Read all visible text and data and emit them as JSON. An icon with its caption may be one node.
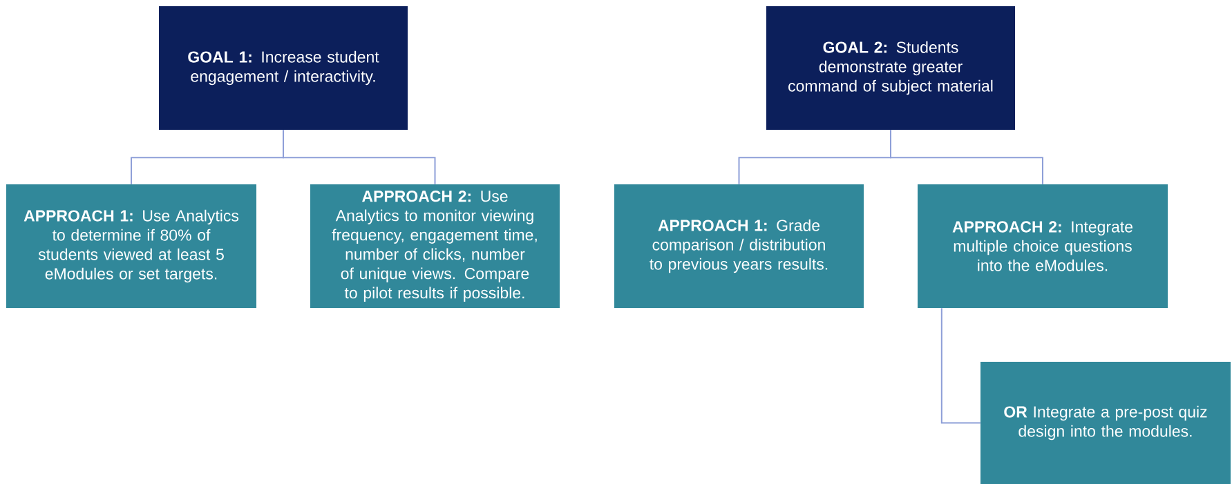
{
  "diagram": {
    "nodes": [
      {
        "text": [
          "**GOAL 1:** Increase student engagement / interactivity."
        ]
      },
      {
        "text": [
          "**APPROACH 1:** Use Analytics to determine if 80% of students viewed at least 5 eModules or set targets."
        ]
      },
      {
        "text": [
          "**APPROACH 2:** Use Analytics to monitor viewing frequency, engagement time, number of clicks, number of unique views. Compare to pilot results if possible."
        ]
      },
      {
        "text": [
          "**GOAL 2:** Students demonstrate greater command of subject material"
        ]
      },
      {
        "text": [
          "**APPROACH 1:** Grade comparison / distribution to previous years results."
        ]
      },
      {
        "text": [
          "**APPROACH 2:** Integrate multiple choice questions into the eModules."
        ]
      },
      {
        "text": [
          "**OR** Integrate a pre-post quiz design into the modules."
        ]
      }
    ],
    "edges": [
      {
        "from": 0,
        "to": 1,
        "arrow": "none"
      },
      {
        "from": 0,
        "to": 2,
        "arrow": "none"
      },
      {
        "from": 3,
        "to": 4,
        "arrow": "none"
      },
      {
        "from": 3,
        "to": 5,
        "arrow": "none"
      },
      {
        "from": 5,
        "to": 6,
        "arrow": "none"
      }
    ]
  }
}
